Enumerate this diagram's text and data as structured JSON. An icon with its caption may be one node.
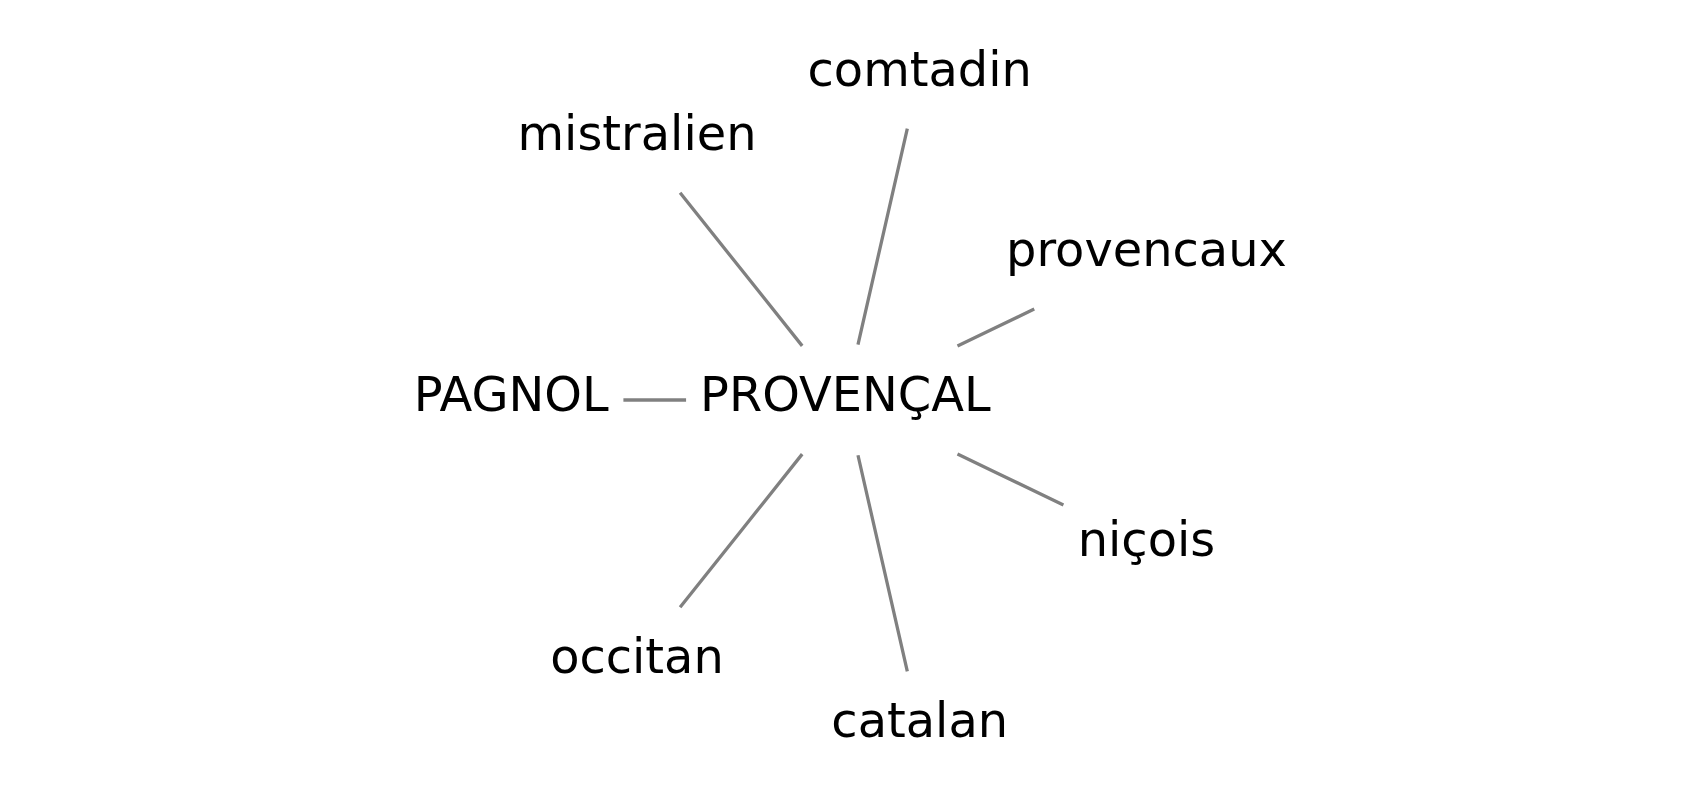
{
  "diagram": {
    "nodes": [
      {
        "text": [
          "mistralien"
        ]
      },
      {
        "text": [
          "comtadin"
        ]
      },
      {
        "text": [
          "PAGNOL"
        ]
      },
      {
        "text": [
          "provencaux"
        ]
      },
      {
        "text": [
          "PROVENÇAL"
        ]
      },
      {
        "text": [
          "occitan"
        ]
      },
      {
        "text": [
          "niçois"
        ]
      },
      {
        "text": [
          "catalan"
        ]
      }
    ],
    "edges": [
      {
        "from": 4,
        "to": 0,
        "arrow": "none"
      },
      {
        "from": 4,
        "to": 1,
        "arrow": "none"
      },
      {
        "from": 4,
        "to": 2,
        "arrow": "none"
      },
      {
        "from": 4,
        "to": 3,
        "arrow": "none"
      },
      {
        "from": 4,
        "to": 5,
        "arrow": "none"
      },
      {
        "from": 4,
        "to": 6,
        "arrow": "none"
      },
      {
        "from": 4,
        "to": 7,
        "arrow": "none"
      }
    ]
  }
}
